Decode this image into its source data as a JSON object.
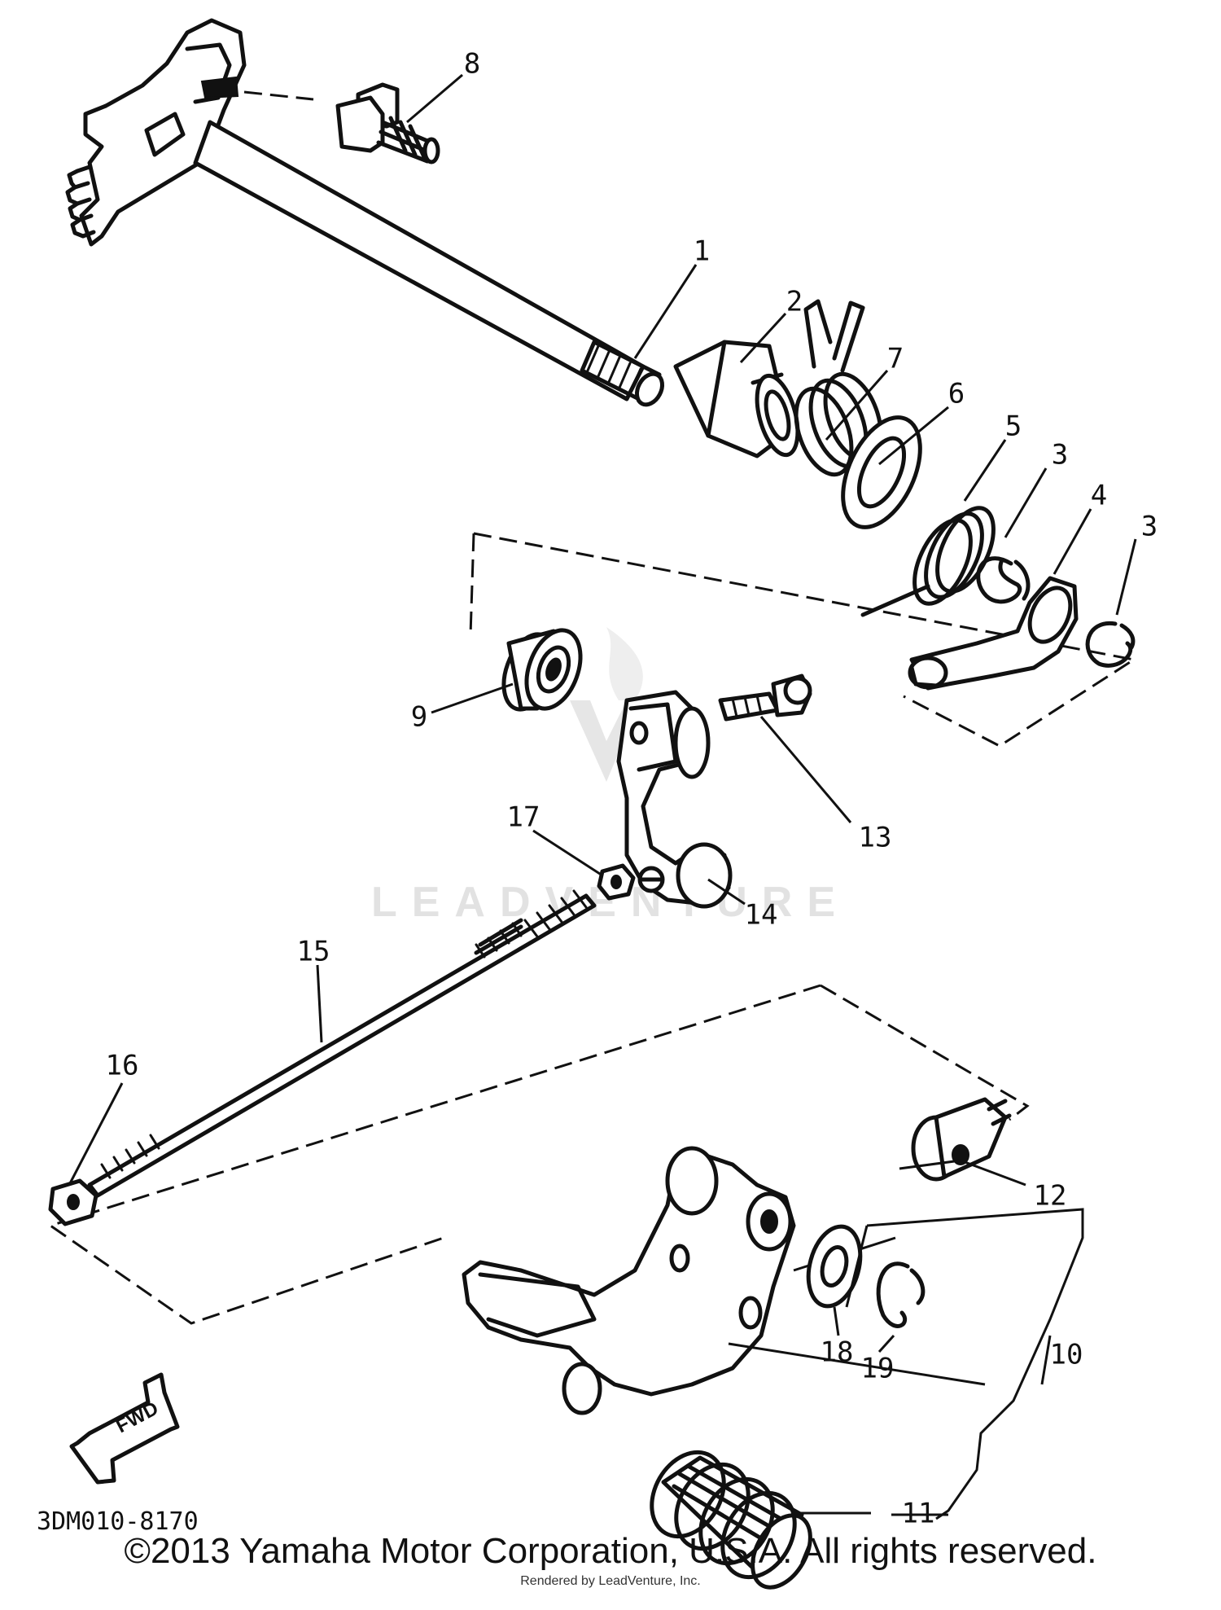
{
  "diagram": {
    "callouts": [
      {
        "id": "1",
        "label": "1"
      },
      {
        "id": "2",
        "label": "2"
      },
      {
        "id": "3a",
        "label": "3"
      },
      {
        "id": "3b",
        "label": "3"
      },
      {
        "id": "4",
        "label": "4"
      },
      {
        "id": "5",
        "label": "5"
      },
      {
        "id": "6",
        "label": "6"
      },
      {
        "id": "7",
        "label": "7"
      },
      {
        "id": "8",
        "label": "8"
      },
      {
        "id": "9",
        "label": "9"
      },
      {
        "id": "10",
        "label": "10"
      },
      {
        "id": "11",
        "label": "11"
      },
      {
        "id": "12",
        "label": "12"
      },
      {
        "id": "13",
        "label": "13"
      },
      {
        "id": "14",
        "label": "14"
      },
      {
        "id": "15",
        "label": "15"
      },
      {
        "id": "16",
        "label": "16"
      },
      {
        "id": "17",
        "label": "17"
      },
      {
        "id": "18",
        "label": "18"
      },
      {
        "id": "19",
        "label": "19"
      }
    ],
    "drawing_code": "3DM010-8170",
    "fwd_label": "FWD",
    "watermark": "LEADVENTURE"
  },
  "footer": {
    "copyright": "©2013 Yamaha Motor Corporation, U.S.A. All rights reserved.",
    "render_credit": "Rendered by LeadVenture, Inc."
  }
}
